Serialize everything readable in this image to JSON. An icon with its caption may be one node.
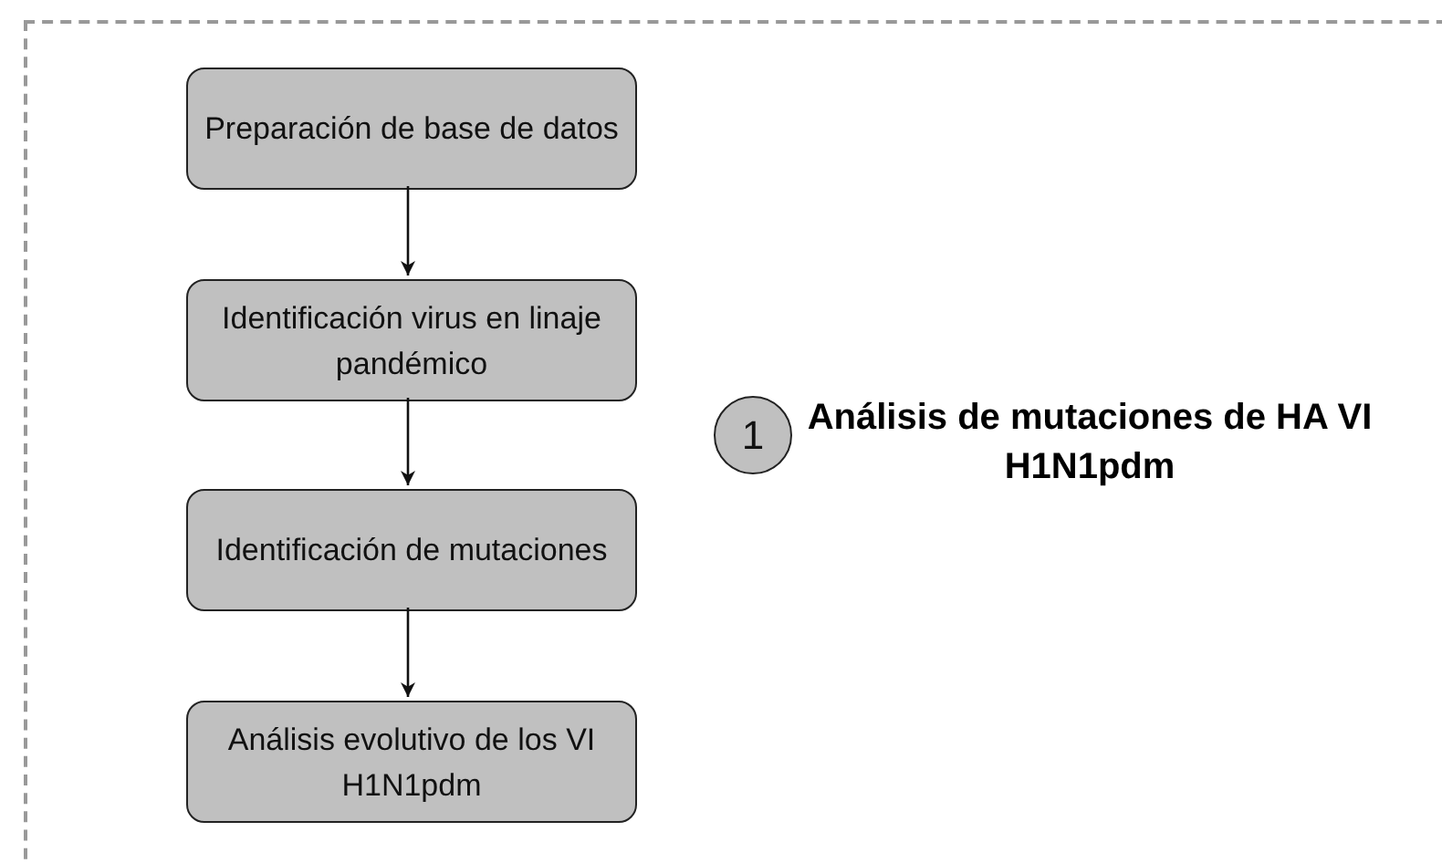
{
  "diagram": {
    "title": "Análisis de mutaciones de HA VI H1N1pdm",
    "nodes": [
      {
        "text": [],
        "shape": "box"
      },
      {
        "text": [
          "Preparación de base de datos"
        ],
        "in": 0
      },
      {
        "text": [
          "Identificación virus en linaje pandémico"
        ],
        "in": 0
      },
      {
        "text": [
          "Identificación de mutaciones"
        ],
        "in": 0
      },
      {
        "text": [
          "Análisis evolutivo de los VI H1N1pdm"
        ],
        "in": 0
      },
      {
        "text": [
          "1"
        ],
        "in": 0
      }
    ],
    "edges": [
      {
        "from": 1,
        "to": 2,
        "arrow": "to"
      },
      {
        "from": 2,
        "to": 3,
        "arrow": "to"
      },
      {
        "from": 3,
        "to": 4,
        "arrow": "to"
      }
    ]
  }
}
